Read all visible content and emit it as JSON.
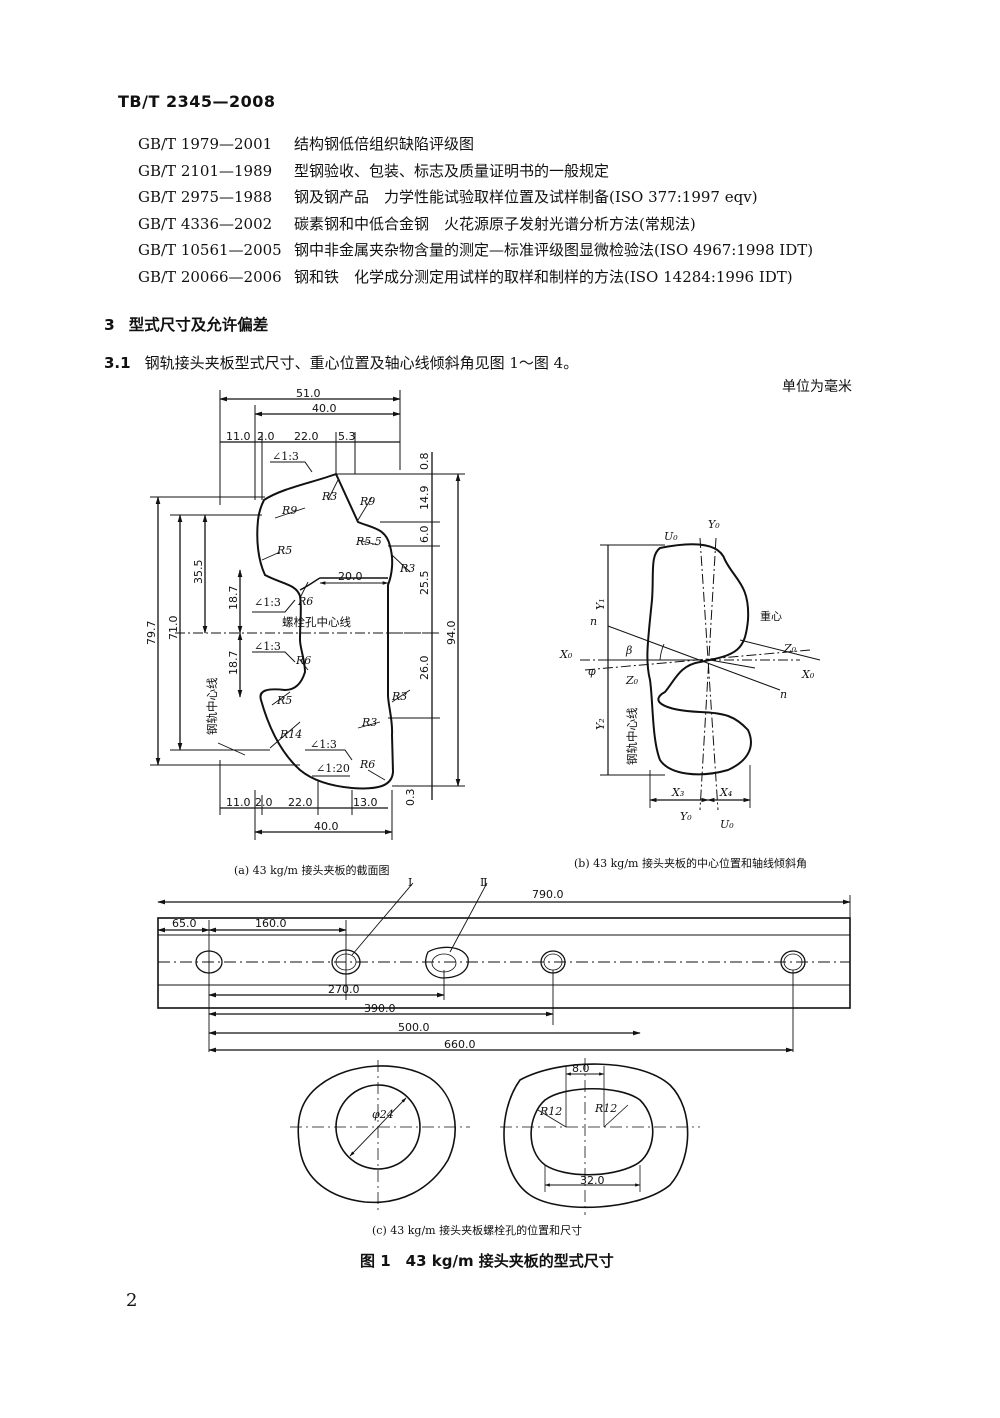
{
  "header": {
    "doc_id": "TB/T 2345—2008"
  },
  "references": [
    {
      "code": "GB/T 1979—2001",
      "title": "结构钢低倍组织缺陷评级图"
    },
    {
      "code": "GB/T 2101—1989",
      "title": "型钢验收、包装、标志及质量证明书的一般规定"
    },
    {
      "code": "GB/T 2975—1988",
      "title": "钢及钢产品　力学性能试验取样位置及试样制备(ISO 377:1997 eqv)"
    },
    {
      "code": "GB/T 4336—2002",
      "title": "碳素钢和中低合金钢　火花源原子发射光谱分析方法(常规法)"
    },
    {
      "code": "GB/T 10561—2005",
      "title": "钢中非金属夹杂物含量的测定—标准评级图显微检验法(ISO 4967:1998 IDT)"
    },
    {
      "code": "GB/T 20066—2006",
      "title": "钢和铁　化学成分测定用试样的取样和制样的方法(ISO 14284:1996 IDT)"
    }
  ],
  "section": {
    "number": "3",
    "title": "型式尺寸及允许偏差"
  },
  "subsection": {
    "number": "3.1",
    "text": "钢轨接头夹板型式尺寸、重心位置及轴心线倾斜角见图 1～图 4。"
  },
  "unit_note": "单位为毫米",
  "figure_a": {
    "caption": "(a) 43 kg/m 接头夹板的截面图",
    "top_dims": [
      "51.0",
      "40.0",
      "11.0",
      "2.0",
      "22.0",
      "5.3"
    ],
    "bottom_dims": [
      "11.0",
      "2.0",
      "22.0",
      "13.0",
      "40.0"
    ],
    "right_dims": [
      "0.8",
      "14.9",
      "6.0",
      "25.5",
      "26.0",
      "94.0",
      "0.3"
    ],
    "left_dims": [
      "79.7",
      "71.0",
      "35.5",
      "18.7",
      "18.7"
    ],
    "inner": [
      "20.0"
    ],
    "radii": [
      "R9",
      "R3",
      "R9",
      "R5.5",
      "R5",
      "R3",
      "R6",
      "R6",
      "R5",
      "R14",
      "R3",
      "R3",
      "R6"
    ],
    "slopes": [
      "∠1:3",
      "∠1:3",
      "∠1:3",
      "∠1:3",
      "∠1:20"
    ],
    "bolt_label": "螺栓孔中心线",
    "rail_label": "钢轨中心线"
  },
  "figure_b": {
    "caption": "(b) 43 kg/m 接头夹板的中心位置和轴线倾斜角",
    "labels": [
      "U₀",
      "Y₀",
      "Y₁",
      "n",
      "重心",
      "X₀",
      "β",
      "Z₀",
      "φ",
      "Z₀",
      "X₀",
      "n",
      "Y₂",
      "X₃",
      "X₄",
      "Y₀",
      "U₀"
    ],
    "rail_label": "钢轨中心线"
  },
  "figure_c": {
    "caption": "(c) 43 kg/m 接头夹板螺栓孔的位置和尺寸",
    "length": "790.0",
    "marks": [
      "Ⅰ",
      "Ⅱ"
    ],
    "top_dims": [
      "65.0",
      "160.0"
    ],
    "bottom_dims": [
      "270.0",
      "390.0",
      "500.0",
      "660.0"
    ],
    "hole1": "φ24",
    "hole2_dims": [
      "8.0",
      "R12",
      "R12",
      "32.0"
    ]
  },
  "figure_title": "图 1　43 kg/m 接头夹板的型式尺寸",
  "page_number": "2"
}
